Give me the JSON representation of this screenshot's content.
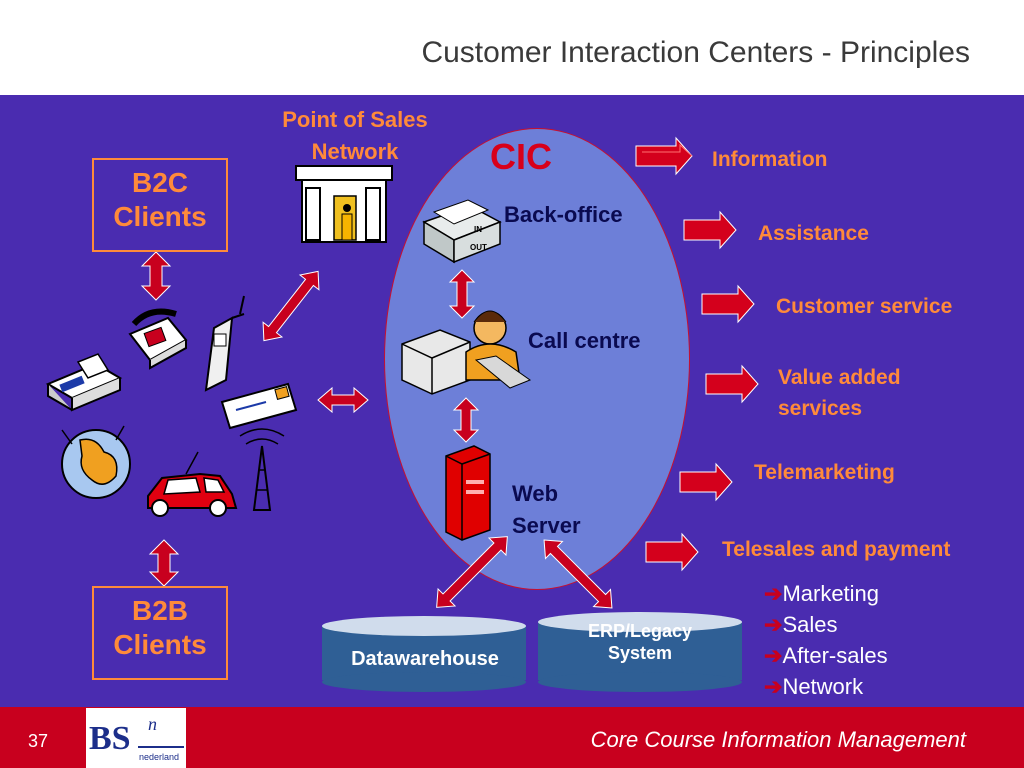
{
  "slide_title": "Customer Interaction Centers - Principles",
  "pos": {
    "line1": "Point of Sales",
    "line2": "Network"
  },
  "b2c": {
    "line1": "B2C",
    "line2": "Clients"
  },
  "b2b": {
    "line1": "B2B",
    "line2": "Clients"
  },
  "cic": {
    "title": "CIC",
    "back_office": "Back-office",
    "call_centre": "Call centre",
    "web_line1": "Web",
    "web_line2": "Server"
  },
  "tray_labels": {
    "in": "IN",
    "out": "OUT"
  },
  "databases": {
    "dw": "Datawarehouse",
    "erp_line1": "ERP/Legacy",
    "erp_line2": "System"
  },
  "services": {
    "information": "Information",
    "assistance": "Assistance",
    "customer_service": "Customer service",
    "value_line1": "Value added",
    "value_line2": "services",
    "telemarketing": "Telemarketing",
    "telesales": "Telesales and payment"
  },
  "sublist": [
    "Marketing",
    "Sales",
    "After-sales",
    "Network"
  ],
  "footer": {
    "page_number": "37",
    "logo_text": "BS",
    "logo_sup": "n",
    "logo_sub": "nederland",
    "course": "Core Course Information Management"
  },
  "colors": {
    "panel": "#4a2cb0",
    "accent": "#ff8a3a",
    "arrow": "#c8001e",
    "ellipse": "#6d7fd8",
    "database": "#2f5f95"
  },
  "icons": [
    "store-icon",
    "telephone-icon",
    "mobile-phone-icon",
    "fax-icon",
    "letter-icon",
    "globe-icon",
    "car-icon",
    "antenna-icon",
    "inbox-tray-icon",
    "call-agent-icon",
    "server-icon"
  ]
}
